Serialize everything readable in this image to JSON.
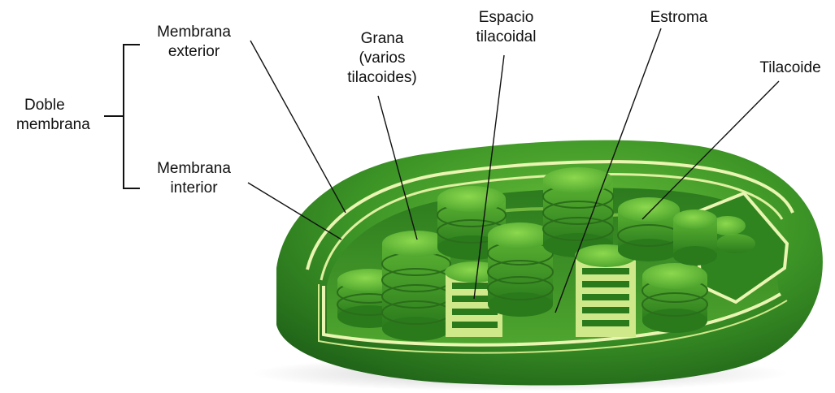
{
  "labels": {
    "membrana_exterior": [
      "Membrana",
      "exterior"
    ],
    "membrana_interior": [
      "Membrana",
      "interior"
    ],
    "doble_membrana": [
      "Doble",
      "membrana"
    ],
    "grana": [
      "Grana",
      "(varios",
      "tilacoides)"
    ],
    "espacio_tilacoidal": [
      "Espacio",
      "tilacoidal"
    ],
    "estroma": "Estroma",
    "tilacoide": "Tilacoide"
  },
  "colors": {
    "dark_green": "#1f6b1a",
    "mid_green": "#3f9b2a",
    "light_green": "#8ed24c",
    "membrane_line": "#e9f5b0",
    "line": "#111111"
  }
}
